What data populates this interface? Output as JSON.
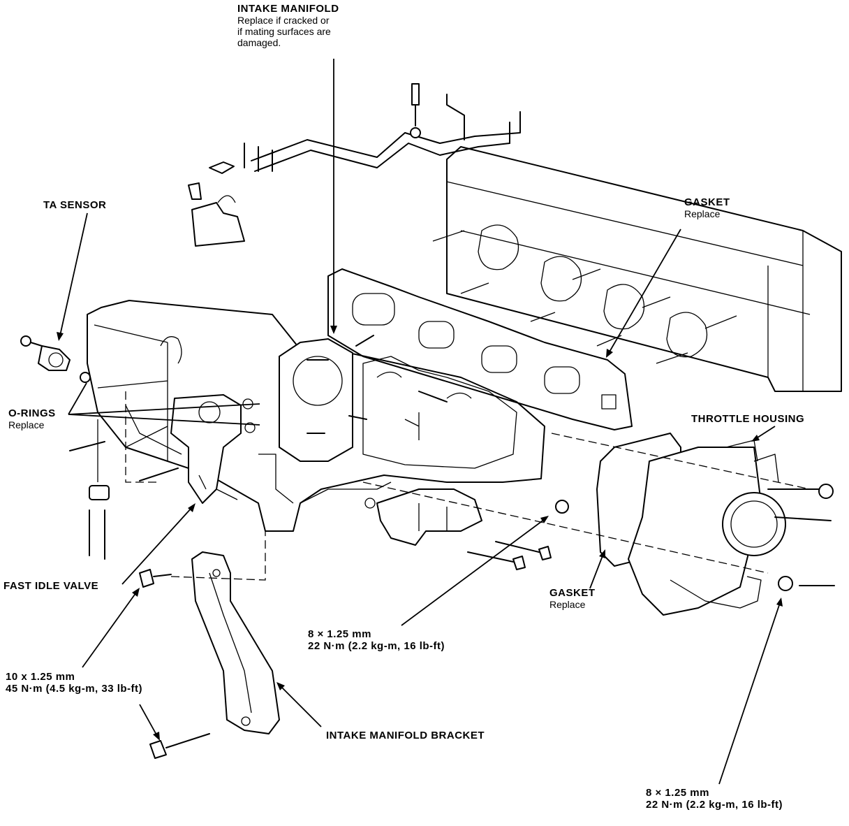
{
  "labels": {
    "intake_manifold": {
      "title": "INTAKE MANIFOLD",
      "note_line1": "Replace if cracked or",
      "note_line2": "if mating surfaces are",
      "note_line3": "damaged."
    },
    "ta_sensor": {
      "title": "TA SENSOR"
    },
    "gasket_top": {
      "title": "GASKET",
      "note": "Replace"
    },
    "o_rings": {
      "title": "O-RINGS",
      "note": "Replace"
    },
    "throttle_housing": {
      "title": "THROTTLE HOUSING"
    },
    "fast_idle_valve": {
      "title": "FAST IDLE VALVE"
    },
    "gasket_bottom": {
      "title": "GASKET",
      "note": "Replace"
    },
    "torque_center": {
      "size": "8 × 1.25 mm",
      "torque": "22 N·m (2.2 kg-m, 16 lb-ft)"
    },
    "torque_left": {
      "size": "10 x 1.25 mm",
      "torque": "45 N·m (4.5 kg-m, 33 lb-ft)"
    },
    "intake_manifold_bracket": {
      "title": "INTAKE MANIFOLD BRACKET"
    },
    "torque_right": {
      "size": "8 × 1.25 mm",
      "torque": "22 N·m (2.2 kg-m, 16 lb-ft)"
    }
  }
}
